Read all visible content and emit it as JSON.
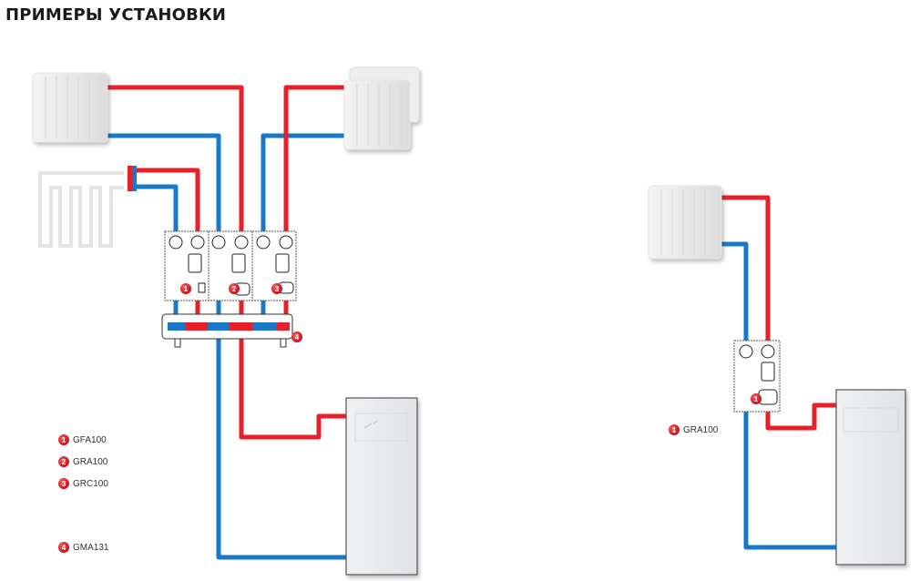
{
  "title": "ПРИМЕРЫ УСТАНОВКИ",
  "colors": {
    "hot": "#e8202a",
    "cold": "#1a78c8",
    "badge": "#d0141e"
  },
  "left_diagram": {
    "module_badges": [
      "1",
      "2",
      "3"
    ],
    "manifold_badge": "4",
    "legend": [
      {
        "num": "1",
        "label": "GFA100"
      },
      {
        "num": "2",
        "label": "GRA100"
      },
      {
        "num": "3",
        "label": "GRC100"
      },
      {
        "num": "4",
        "label": "GMA131"
      }
    ]
  },
  "right_diagram": {
    "module_badge": "1",
    "legend": [
      {
        "num": "1",
        "label": "GRA100"
      }
    ]
  }
}
